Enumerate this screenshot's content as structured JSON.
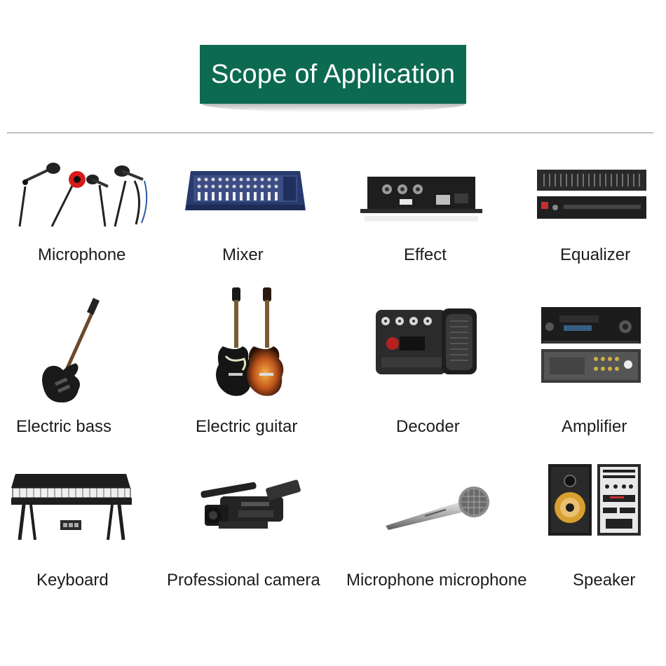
{
  "header": {
    "title": "Scope of Application"
  },
  "items": [
    {
      "label": "Microphone",
      "icon": "microphones-icon"
    },
    {
      "label": "Mixer",
      "icon": "mixer-icon"
    },
    {
      "label": "Effect",
      "icon": "effect-unit-icon"
    },
    {
      "label": "Equalizer",
      "icon": "equalizer-icon"
    },
    {
      "label": "Electric bass",
      "icon": "electric-bass-icon"
    },
    {
      "label": "Electric guitar",
      "icon": "electric-guitar-icon"
    },
    {
      "label": "Decoder",
      "icon": "decoder-pedal-icon"
    },
    {
      "label": "Amplifier",
      "icon": "amplifier-icon"
    },
    {
      "label": "Keyboard",
      "icon": "keyboard-icon"
    },
    {
      "label": "Professional camera",
      "icon": "camcorder-icon"
    },
    {
      "label": "Microphone microphone",
      "icon": "handheld-microphone-icon"
    },
    {
      "label": "Speaker",
      "icon": "speaker-icon"
    }
  ]
}
